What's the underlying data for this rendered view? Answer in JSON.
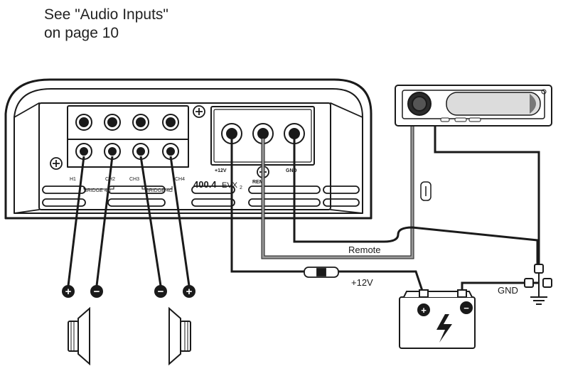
{
  "note": {
    "line1": "See \"Audio Inputs\"",
    "line2": "on page 10"
  },
  "amplifier": {
    "model": "400.4",
    "model_suffix": "EVX",
    "model_sub": "2",
    "channel_labels": [
      "H1",
      "CH2",
      "CH3",
      "CH4"
    ],
    "bridge_labels": [
      "BRIDGE 4Ω",
      "BRIDGE 4Ω"
    ],
    "power_terminal_labels": [
      "+12V",
      "REM",
      "GND"
    ]
  },
  "wires": {
    "remote_label": "Remote",
    "plus12v_label": "+12V",
    "gnd_label": "GND"
  },
  "speaker_terminals": [
    "+",
    "−",
    "−",
    "+"
  ],
  "battery": {
    "plus": "+",
    "minus": "−"
  },
  "colors": {
    "line": "#1a1a1a",
    "remote_wire": "#9a9a9a",
    "panel": "#ffffff"
  }
}
